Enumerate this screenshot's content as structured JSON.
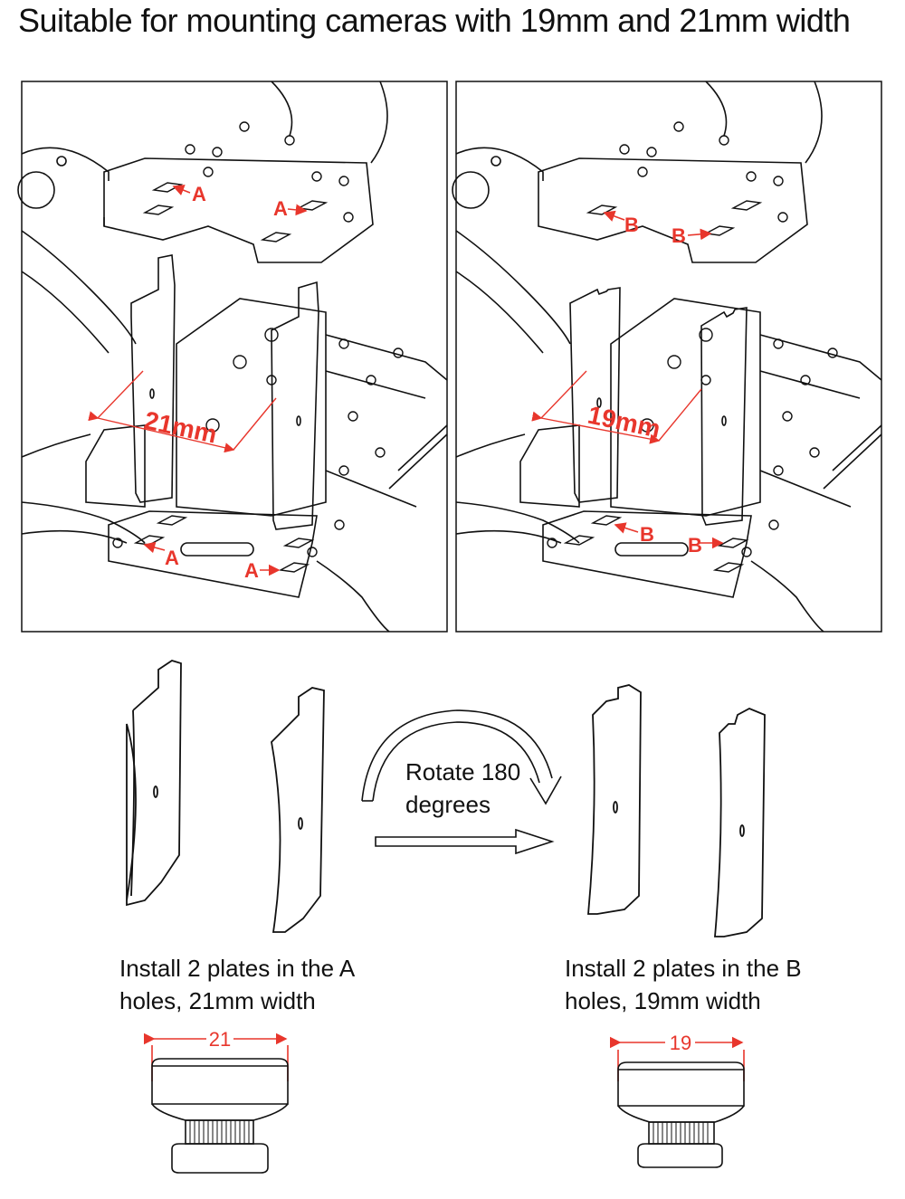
{
  "title": "Suitable for mounting cameras with 19mm and 21mm width",
  "panels": {
    "left": {
      "hole_label": "A",
      "dimension": "21mm"
    },
    "right": {
      "hole_label": "B",
      "dimension": "19mm"
    }
  },
  "rotate": {
    "line1": "Rotate 180",
    "line2": "degrees"
  },
  "captions": {
    "a": {
      "line1": "Install 2 plates in the A",
      "line2": "holes, 21mm width",
      "width": "21"
    },
    "b": {
      "line1": "Install 2 plates in the B",
      "line2": "holes, 19mm width",
      "width": "19"
    }
  },
  "colors": {
    "accent": "#e8362c",
    "line": "#111111"
  }
}
